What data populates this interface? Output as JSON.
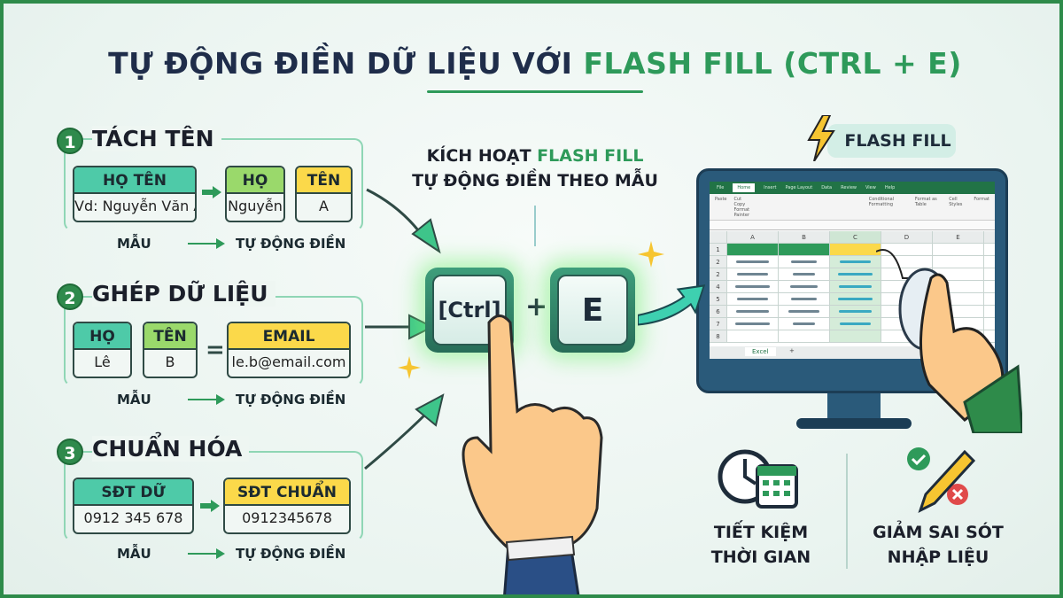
{
  "title": {
    "part1": "TỰ ĐỘNG ĐIỀN DỮ LIỆU VỚI",
    "part2": "FLASH FILL (CTRL + E)"
  },
  "colors": {
    "primary_green": "#2e9a5a",
    "navy": "#1f2d4a",
    "teal": "#4ecaa8",
    "lime": "#9ad96b",
    "yellow": "#fbd94a",
    "frame": "#2e8b4a"
  },
  "sections": [
    {
      "number": "1",
      "title": "TÁCH TÊN",
      "source": [
        {
          "header": "HỌ TÊN",
          "value": "Vd: Nguyễn Văn A"
        }
      ],
      "result": [
        {
          "header": "HỌ",
          "value": "Nguyễn"
        },
        {
          "header": "TÊN",
          "value": "A"
        }
      ],
      "label_sample": "MẪU",
      "label_auto": "TỰ ĐỘNG ĐIỀN"
    },
    {
      "number": "2",
      "title": "GHÉP DỮ LIỆU",
      "source": [
        {
          "header": "HỌ",
          "value": "Lê"
        },
        {
          "header": "TÊN",
          "value": "B"
        }
      ],
      "operator": "=",
      "result": [
        {
          "header": "EMAIL",
          "value": "le.b@email.com"
        }
      ],
      "label_sample": "MẪU",
      "label_auto": "TỰ ĐỘNG ĐIỀN"
    },
    {
      "number": "3",
      "title": "CHUẨN HÓA",
      "source": [
        {
          "header": "SĐT DỮ",
          "value": "0912 345 678"
        }
      ],
      "result": [
        {
          "header": "SĐT CHUẨN",
          "value": "0912345678"
        }
      ],
      "label_sample": "MẪU",
      "label_auto": "TỰ ĐỘNG ĐIỀN"
    }
  ],
  "center": {
    "line1_a": "KÍCH HOẠT",
    "line1_b": "FLASH FILL",
    "line2": "TỰ ĐỘNG ĐIỀN THEO MẪU",
    "key1": "[Ctrl]",
    "plus": "+",
    "key2": "E"
  },
  "badge": {
    "label": "FLASH FILL",
    "icon": "lightning-icon"
  },
  "excel": {
    "tabs": [
      "File",
      "Home",
      "Insert",
      "Page Layout",
      "Data",
      "Review",
      "View",
      "Help"
    ],
    "active_tab": "Home",
    "clipboard": [
      "Paste",
      "Cut",
      "Copy",
      "Format Painter"
    ],
    "styles": [
      "Conditional Formatting",
      "Format as Table",
      "Cell Styles",
      "Format"
    ],
    "columns": [
      "A",
      "B",
      "C",
      "D",
      "E"
    ],
    "rows": [
      "1",
      "2",
      "2",
      "4",
      "5",
      "6",
      "7",
      "8"
    ],
    "sheet_tab": "Excel",
    "add_sheet": "+"
  },
  "benefits": [
    {
      "line1": "TIẾT KIỆM",
      "line2": "THỜI GIAN",
      "icon": "clock-calendar-icon"
    },
    {
      "line1": "GIẢM SAI SÓT",
      "line2": "NHẬP LIỆU",
      "icon": "pencil-check-icon"
    }
  ]
}
